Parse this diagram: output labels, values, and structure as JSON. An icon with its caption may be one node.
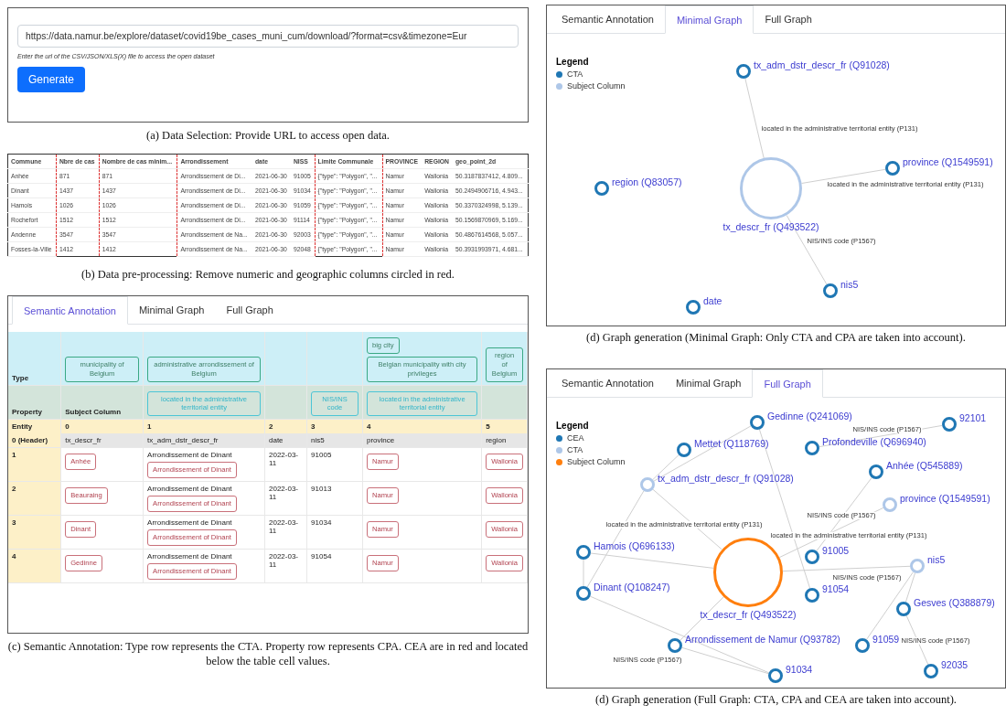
{
  "diagram": {
    "nodes": [
      {
        "text": [
          "municipality of Belgium"
        ]
      },
      {
        "text": [
          "administrative arrondissement of Belgium"
        ]
      },
      {
        "text": [
          "big city"
        ]
      },
      {
        "text": [
          "Belgian municipality with city privileges"
        ]
      },
      {
        "text": [
          "region of Belgium"
        ]
      },
      {
        "text": [
          "located in the administrative territorial entity"
        ]
      },
      {
        "text": [
          "NIS/INS code"
        ]
      },
      {
        "text": [
          "located in the administrative territorial entity"
        ]
      },
      {
        "text": [
          "Anhée"
        ]
      },
      {
        "text": [
          "Arrondissement of Dinant"
        ]
      },
      {
        "text": [
          "Namur"
        ]
      },
      {
        "text": [
          "Wallonia"
        ]
      },
      {
        "text": [
          "Beauraing"
        ]
      },
      {
        "text": [
          "Arrondissement of Dinant"
        ]
      },
      {
        "text": [
          "Namur"
        ]
      },
      {
        "text": [
          "Wallonia"
        ]
      },
      {
        "text": [
          "Dinant"
        ]
      },
      {
        "text": [
          "Arrondissement of Dinant"
        ]
      },
      {
        "text": [
          "Namur"
        ]
      },
      {
        "text": [
          "Wallonia"
        ]
      },
      {
        "text": [
          "Gedinne"
        ]
      },
      {
        "text": [
          "Arrondissement of Dinant"
        ]
      },
      {
        "text": [
          "Namur"
        ]
      },
      {
        "text": [
          "Wallonia"
        ]
      },
      {
        "text": [],
        "shape": "circle",
        "beside": [
          "tx_adm_dstr_descr_fr (Q91028)"
        ]
      },
      {
        "text": [],
        "shape": "circle",
        "beside": [
          "province (Q1549591)"
        ]
      },
      {
        "text": [],
        "shape": "circle",
        "beside": [
          "region (Q83057)"
        ]
      },
      {
        "text": [],
        "shape": "circle",
        "beside": [
          "tx_descr_fr (Q493522)"
        ]
      },
      {
        "text": [],
        "shape": "circle",
        "beside": [
          "nis5"
        ]
      },
      {
        "text": [],
        "shape": "circle",
        "beside": [
          "date"
        ]
      },
      {
        "text": [],
        "shape": "circle",
        "beside": [
          "Gedinne (Q241069)"
        ]
      },
      {
        "text": [],
        "shape": "circle",
        "beside": [
          "Profondeville (Q696940)"
        ]
      },
      {
        "text": [],
        "shape": "circle",
        "beside": [
          "Mettet (Q118769)"
        ]
      },
      {
        "text": [],
        "shape": "circle",
        "beside": [
          "Anhée (Q545889)"
        ]
      },
      {
        "text": [],
        "shape": "circle",
        "beside": [
          "92101"
        ]
      },
      {
        "text": [],
        "shape": "circle",
        "beside": [
          "tx_adm_dstr_descr_fr (Q91028)"
        ]
      },
      {
        "text": [],
        "shape": "circle",
        "beside": [
          "province (Q1549591)"
        ]
      },
      {
        "text": [],
        "shape": "circle",
        "beside": [
          "Hamois (Q696133)"
        ]
      },
      {
        "text": [],
        "shape": "circle",
        "beside": [
          "tx_descr_fr (Q493522)"
        ]
      },
      {
        "text": [],
        "shape": "circle",
        "beside": [
          "91005"
        ]
      },
      {
        "text": [],
        "shape": "circle",
        "beside": [
          "91054"
        ]
      },
      {
        "text": [],
        "shape": "circle",
        "beside": [
          "nis5"
        ]
      },
      {
        "text": [],
        "shape": "circle",
        "beside": [
          "91059"
        ]
      },
      {
        "text": [],
        "shape": "circle",
        "beside": [
          "Arrondissement de Namur (Q93782)"
        ]
      },
      {
        "text": [],
        "shape": "circle",
        "beside": [
          "Dinant (Q108247)"
        ]
      },
      {
        "text": [],
        "shape": "circle",
        "beside": [
          "Gesves (Q388879)"
        ]
      },
      {
        "text": [],
        "shape": "circle",
        "beside": [
          "91034"
        ]
      },
      {
        "text": [],
        "shape": "circle",
        "beside": [
          "92035"
        ]
      }
    ],
    "edges": [
      {
        "from": 27,
        "to": 24,
        "arrow": "none",
        "label": "located in the administrative territorial entity (P131)"
      },
      {
        "from": 27,
        "to": 25,
        "arrow": "none",
        "label": "located in the administrative territorial entity (P131)"
      },
      {
        "from": 27,
        "to": 28,
        "arrow": "none",
        "label": "NIS/INS code (P1567)"
      },
      {
        "from": 38,
        "to": 35,
        "arrow": "none",
        "label": "located in the administrative territorial entity (P131)"
      },
      {
        "from": 38,
        "to": 36,
        "arrow": "none",
        "label": "located in the administrative territorial entity (P131)"
      },
      {
        "from": 38,
        "to": 41,
        "arrow": "none",
        "label": "NIS/INS code (P1567)"
      },
      {
        "from": 33,
        "to": 39,
        "arrow": "none",
        "label": "NIS/INS code (P1567)"
      },
      {
        "from": 44,
        "to": 46,
        "arrow": "none",
        "label": "NIS/INS code (P1567)"
      },
      {
        "from": 45,
        "to": 47,
        "arrow": "none",
        "label": "NIS/INS code (P1567)"
      },
      {
        "from": 31,
        "to": 34,
        "arrow": "none",
        "label": "NIS/INS code (P1567)"
      },
      {
        "from": 30,
        "to": 40,
        "arrow": "none"
      },
      {
        "from": 37,
        "to": 44,
        "arrow": "none"
      },
      {
        "from": 32,
        "to": 35,
        "arrow": "none"
      },
      {
        "from": 37,
        "to": 38,
        "arrow": "none"
      },
      {
        "from": 43,
        "to": 38,
        "arrow": "none"
      },
      {
        "from": 44,
        "to": 35,
        "arrow": "none"
      },
      {
        "from": 45,
        "to": 41,
        "arrow": "none"
      },
      {
        "from": 30,
        "to": 35,
        "arrow": "none"
      },
      {
        "from": 42,
        "to": 41,
        "arrow": "none"
      },
      {
        "from": 46,
        "to": 43,
        "arrow": "none"
      }
    ],
    "labels": [
      "https://data.namur.be/explore/dataset/covid19be_cases_muni_cum/download/?format=csv&timezone=Eur",
      "Enter the url of the CSV/JSON/XLS(X) file to access the open dataset",
      "Generate",
      "(a) Data Selection: Provide URL to access open data.",
      "Commune",
      "Nbre de cas",
      "Nombre de cas minim...",
      "Arrondissement",
      "date",
      "NISS",
      "Limite Communale",
      "PROVINCE",
      "REGION",
      "geo_point_2d",
      "Anhée",
      "871",
      "871",
      "Arrondissement de Di...",
      "2021-06-30",
      "91005",
      "{\"type\": \"Polygon\", \"...",
      "Namur",
      "Wallonia",
      "50.3187837412, 4.809...",
      "Dinant",
      "1437",
      "1437",
      "Arrondissement de Di...",
      "2021-06-30",
      "91034",
      "{\"type\": \"Polygon\", \"...",
      "Namur",
      "Wallonia",
      "50.2494906716, 4.943...",
      "Hamois",
      "1026",
      "1026",
      "Arrondissement de Di...",
      "2021-06-30",
      "91059",
      "{\"type\": \"Polygon\", \"...",
      "Namur",
      "Wallonia",
      "50.3370324998, 5.139...",
      "Rochefort",
      "1512",
      "1512",
      "Arrondissement de Di...",
      "2021-06-30",
      "91114",
      "{\"type\": \"Polygon\", \"...",
      "Namur",
      "Wallonia",
      "50.1569870969, 5.169...",
      "Andenne",
      "3547",
      "3547",
      "Arrondissement de Na...",
      "2021-06-30",
      "92003",
      "{\"type\": \"Polygon\", \"...",
      "Namur",
      "Wallonia",
      "50.4867614568, 5.057...",
      "Fosses-la-Ville",
      "1412",
      "1412",
      "Arrondissement de Na...",
      "2021-06-30",
      "92048",
      "{\"type\": \"Polygon\", \"...",
      "Namur",
      "Wallonia",
      "50.3931993971, 4.681...",
      "(b) Data pre-processing: Remove numeric and geographic columns circled in red.",
      "Semantic Annotation",
      "Minimal Graph",
      "Full Graph",
      "Type",
      "Property",
      "Subject Column",
      "Entity",
      "0",
      "1",
      "2",
      "3",
      "4",
      "5",
      "0 (Header)",
      "tx_descr_fr",
      "tx_adm_dstr_descr_fr",
      "date",
      "nis5",
      "province",
      "region",
      "1",
      "Arrondissement de Dinant",
      "2022-03-11",
      "91005",
      "2",
      "Arrondissement de Dinant",
      "2022-03-11",
      "91013",
      "3",
      "Arrondissement de Dinant",
      "2022-03-11",
      "91034",
      "4",
      "Arrondissement de Dinant",
      "2022-03-11",
      "91054",
      "(c) Semantic Annotation: Type row represents the CTA. Property row represents CPA. CEA are in red and located below the table cell values.",
      "Semantic Annotation",
      "Minimal Graph",
      "Full Graph",
      "Legend",
      "(d) Graph generation (Minimal Graph: Only CTA and CPA are taken into account).",
      "Semantic Annotation",
      "Minimal Graph",
      "Full Graph",
      "Legend",
      "(d) Graph generation (Full Graph: CTA, CPA and CEA are taken into account)."
    ],
    "legend": [
      {
        "text": "CTA",
        "color": "#1f77b4"
      },
      {
        "text": "Subject Column",
        "color": "#aec7e8"
      },
      {
        "text": "CEA",
        "color": "#1f77b4"
      },
      {
        "text": "CTA",
        "color": "#aec7e8"
      },
      {
        "text": "Subject Column",
        "color": "#ff7f0e"
      }
    ]
  }
}
